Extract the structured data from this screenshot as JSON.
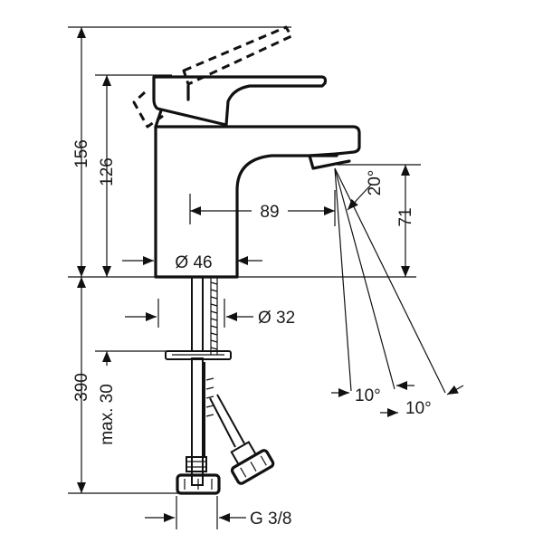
{
  "dimensions": {
    "total_height": "156",
    "body_height": "126",
    "spout_reach": "89",
    "spout_height": "71",
    "base_diameter": "Ø 46",
    "shank_diameter": "Ø 32",
    "below_deck": "390",
    "max_deck": "max. 30",
    "connection": "G 3/8"
  },
  "angles": {
    "spray_angle": "20°",
    "angle_a": "10°",
    "angle_b": "10°"
  }
}
